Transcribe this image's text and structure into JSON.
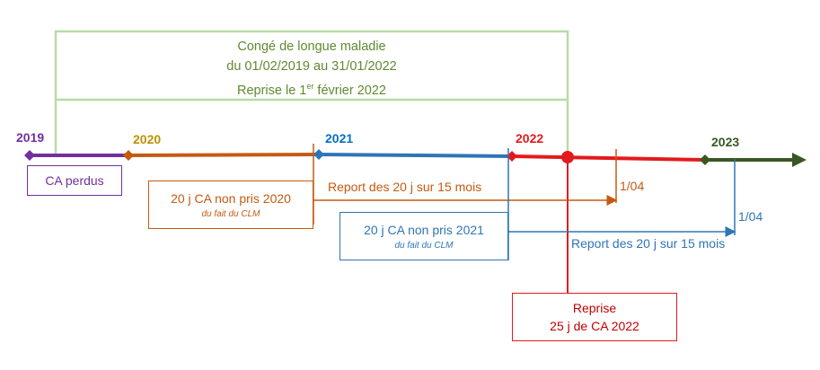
{
  "header_box": {
    "line1": "Congé de longue maladie",
    "line2": "du 01/02/2019 au 31/01/2022",
    "line3_prefix": "Reprise le 1",
    "line3_sup": "er",
    "line3_suffix": " février 2022"
  },
  "years": {
    "y2019": "2019",
    "y2020": "2020",
    "y2021": "2021",
    "y2022": "2022",
    "y2023": "2023"
  },
  "boxes": {
    "ca_perdus": "CA perdus",
    "box2020_main": "20 j CA non pris 2020",
    "box2020_sub": "du fait du CLM",
    "box2021_main": "20 j CA non pris 2021",
    "box2021_sub": "du fait du CLM",
    "reprise_line1": "Reprise",
    "reprise_line2": "25 j de CA 2022"
  },
  "labels": {
    "report_2020": "Report des 20 j sur 15 mois",
    "report_2021": "Report des 20 j sur 15 mois",
    "date_0104_a": "1/04",
    "date_0104_b": "1/04"
  },
  "colors": {
    "green_light": "#b8dba8",
    "green_text": "#5e8a30",
    "purple": "#7030a0",
    "orange": "#c55a11",
    "gold": "#bf9000",
    "blue": "#2e75b6",
    "blue_year": "#0070c0",
    "red": "#e31a1c",
    "dark_green": "#385723"
  }
}
